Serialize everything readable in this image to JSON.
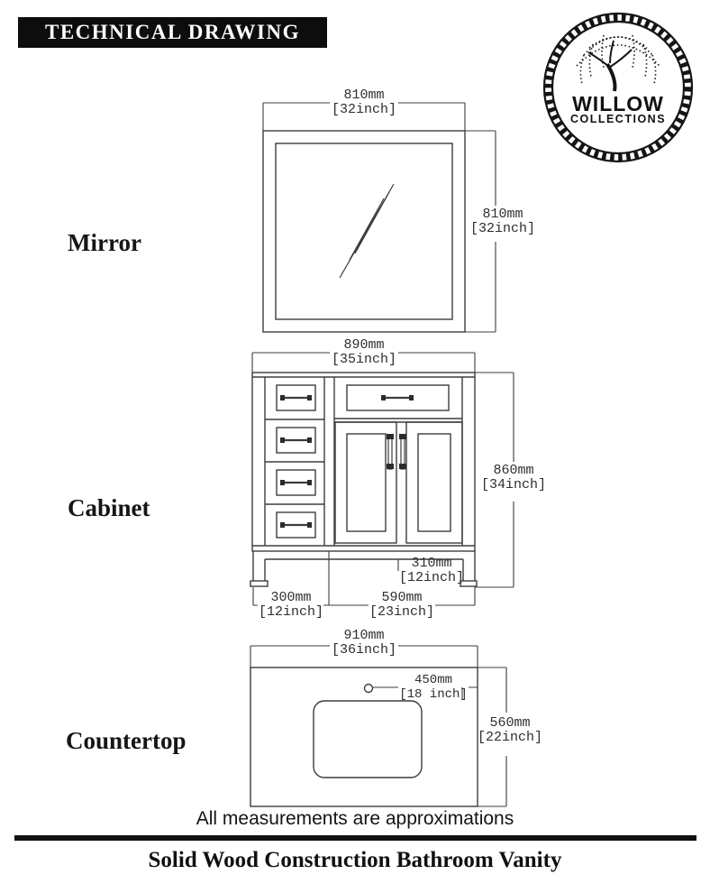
{
  "header": {
    "title": "TECHNICAL DRAWING"
  },
  "logo": {
    "brand": "WILLOW",
    "subtext": "COLLECTIONS"
  },
  "sections": {
    "mirror": {
      "label": "Mirror",
      "width_mm": "810mm",
      "width_in": "[32inch]",
      "height_mm": "810mm",
      "height_in": "[32inch]"
    },
    "cabinet": {
      "label": "Cabinet",
      "width_mm": "890mm",
      "width_in": "[35inch]",
      "height_mm": "860mm",
      "height_in": "[34inch]",
      "depth_mm": "310mm",
      "depth_in": "[12inch]",
      "drawers_mm": "300mm",
      "drawers_in": "[12inch]",
      "doors_mm": "590mm",
      "doors_in": "[23inch]"
    },
    "countertop": {
      "label": "Countertop",
      "width_mm": "910mm",
      "width_in": "[36inch]",
      "faucet_mm": "450mm",
      "faucet_in": "[18 inch]",
      "depth_mm": "560mm",
      "depth_in": "[22inch]"
    }
  },
  "footer": {
    "note": "All measurements are approximations",
    "title": "Solid Wood Construction Bathroom Vanity"
  },
  "colors": {
    "line": "#3d3d3d",
    "ink": "#111111"
  }
}
